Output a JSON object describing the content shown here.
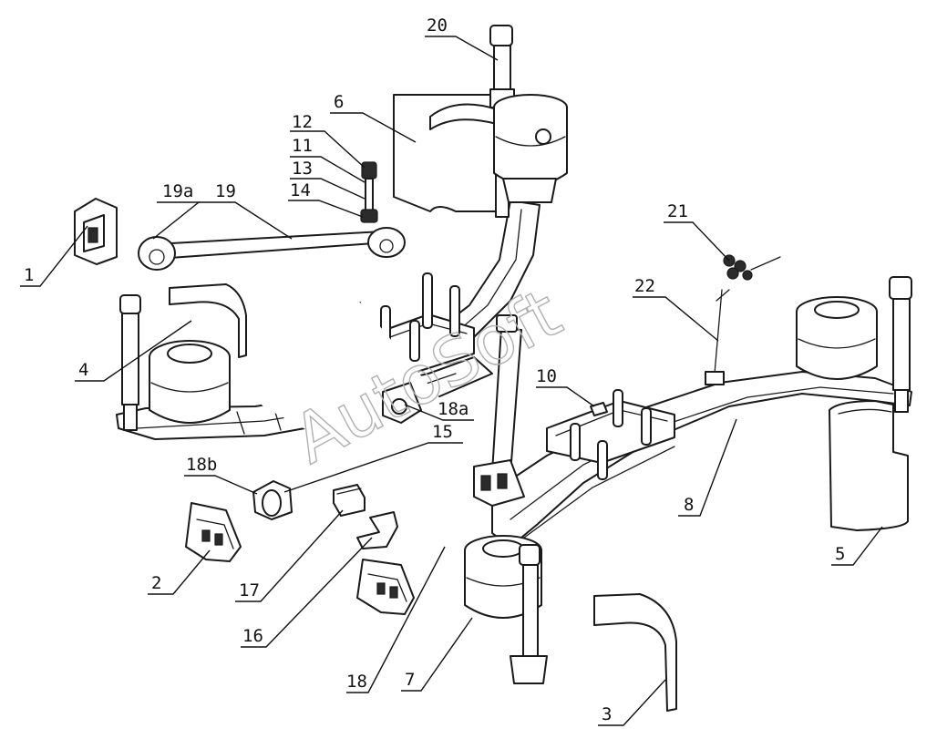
{
  "watermark": "AutoSoft",
  "callouts": [
    {
      "id": "1",
      "label": "1"
    },
    {
      "id": "2",
      "label": "2"
    },
    {
      "id": "3",
      "label": "3"
    },
    {
      "id": "4",
      "label": "4"
    },
    {
      "id": "5",
      "label": "5"
    },
    {
      "id": "6",
      "label": "6"
    },
    {
      "id": "7",
      "label": "7"
    },
    {
      "id": "8",
      "label": "8"
    },
    {
      "id": "10",
      "label": "10"
    },
    {
      "id": "11",
      "label": "11"
    },
    {
      "id": "12",
      "label": "12"
    },
    {
      "id": "13",
      "label": "13"
    },
    {
      "id": "14",
      "label": "14"
    },
    {
      "id": "15",
      "label": "15"
    },
    {
      "id": "16",
      "label": "16"
    },
    {
      "id": "17",
      "label": "17"
    },
    {
      "id": "18",
      "label": "18"
    },
    {
      "id": "18a",
      "label": "18a"
    },
    {
      "id": "18b",
      "label": "18b"
    },
    {
      "id": "19",
      "label": "19"
    },
    {
      "id": "19a",
      "label": "19a"
    },
    {
      "id": "20",
      "label": "20"
    },
    {
      "id": "21",
      "label": "21"
    },
    {
      "id": "22",
      "label": "22"
    }
  ]
}
